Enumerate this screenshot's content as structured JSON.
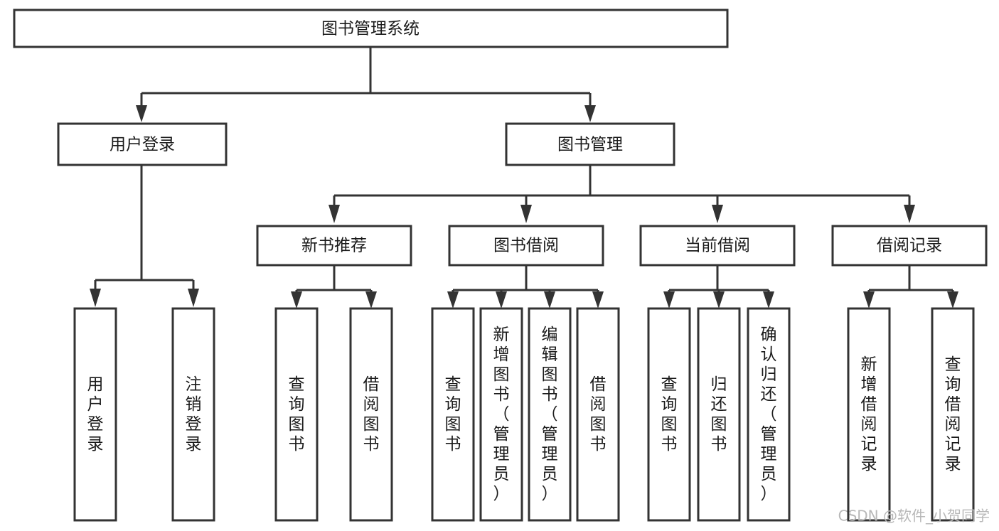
{
  "diagram": {
    "title": "图书管理系统",
    "type": "tree-hierarchy-diagram",
    "colors": {
      "stroke": "#333333",
      "fill": "#ffffff",
      "text": "#1a1a1a",
      "watermark": "#b8b8b8"
    },
    "root": {
      "label": "图书管理系统"
    },
    "level2": [
      {
        "label": "用户登录"
      },
      {
        "label": "图书管理"
      }
    ],
    "level3": [
      {
        "label": "新书推荐"
      },
      {
        "label": "图书借阅"
      },
      {
        "label": "当前借阅"
      },
      {
        "label": "借阅记录"
      }
    ],
    "leaves": {
      "user_login": [
        {
          "label": "用户登录"
        },
        {
          "label": "注销登录"
        }
      ],
      "new_book_recommend": [
        {
          "label": "查询图书"
        },
        {
          "label": "借阅图书"
        }
      ],
      "book_borrow": [
        {
          "label": "查询图书"
        },
        {
          "label": "新增图书（管理员）"
        },
        {
          "label": "编辑图书（管理员）"
        },
        {
          "label": "借阅图书"
        }
      ],
      "current_borrow": [
        {
          "label": "查询图书"
        },
        {
          "label": "归还图书"
        },
        {
          "label": "确认归还（管理员）"
        }
      ],
      "borrow_records": [
        {
          "label": "新增借阅记录"
        },
        {
          "label": "查询借阅记录"
        }
      ]
    },
    "watermark": "CSDN @软件_小贺同学"
  }
}
